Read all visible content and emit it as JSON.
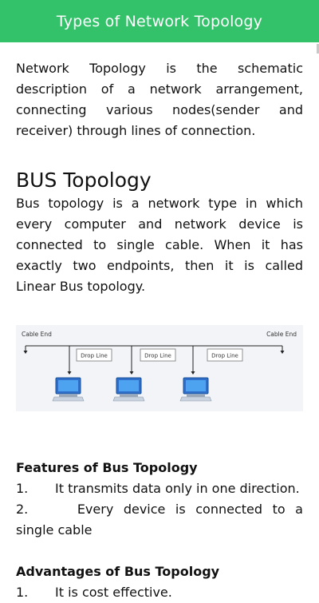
{
  "app_bar": {
    "title": "Types of Network Topology"
  },
  "intro": "Network Topology is the schematic description of a network arrangement, connecting various nodes(sender and receiver) through lines of connection.",
  "bus": {
    "heading": "BUS Topology",
    "description": "Bus topology is a network type in which every computer and network device is connected to single cable. When it has exactly two endpoints, then it is called Linear Bus topology.",
    "diagram": {
      "cable_end_left": "Cable End",
      "cable_end_right": "Cable End",
      "drop_lines": [
        "Drop Line",
        "Drop Line",
        "Drop Line"
      ]
    }
  },
  "features": {
    "title": "Features of Bus Topology",
    "items": [
      {
        "num": "1.",
        "text": "It transmits data only in one direction."
      },
      {
        "num": "2.",
        "text": "Every device is connected to a single cable"
      }
    ]
  },
  "advantages": {
    "title": "Advantages of Bus Topology",
    "items": [
      {
        "num": "1.",
        "text": "It is cost effective."
      }
    ]
  }
}
